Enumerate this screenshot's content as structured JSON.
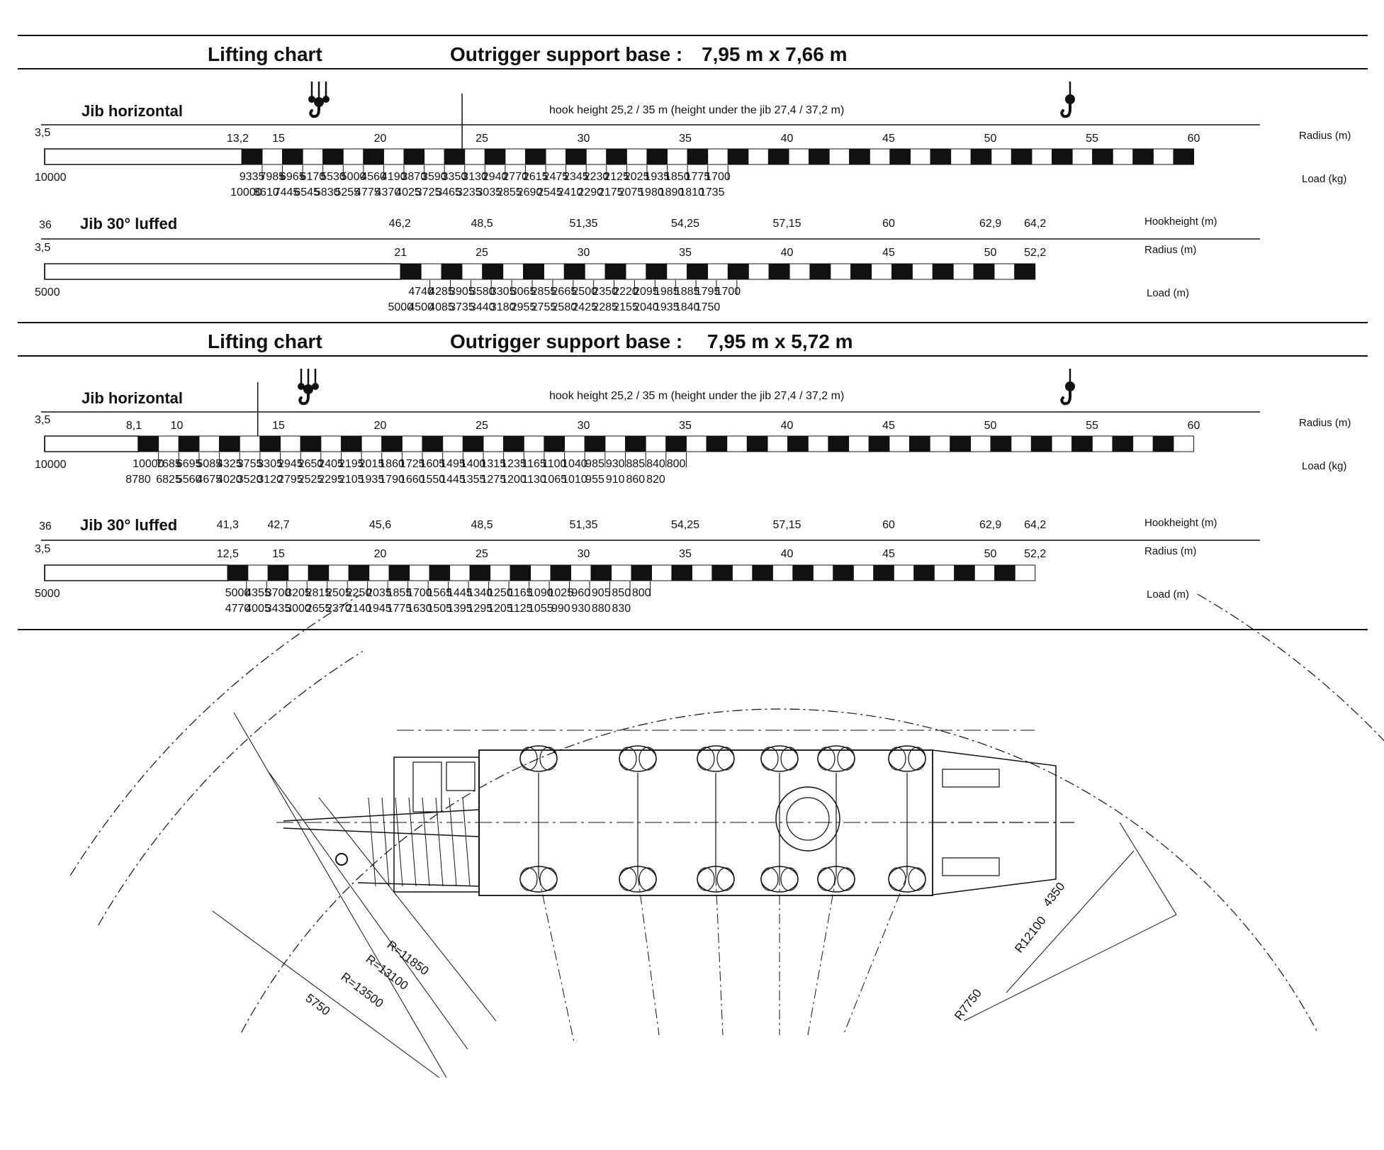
{
  "sections": [
    {
      "title": "Lifting chart",
      "base_label": "Outrigger support base :",
      "base_value": "7,95 m x 7,66 m",
      "horizontal": {
        "label": "Jib horizontal",
        "hook_note": "hook height   25,2 / 35 m  (height under the jib  27,4 / 37,2 m)",
        "start_radius": "3,5",
        "start_load": "10000",
        "radius_ticks": [
          {
            "label": "13,2",
            "r": 13.2
          },
          {
            "label": "15",
            "r": 15
          },
          {
            "label": "20",
            "r": 20
          },
          {
            "label": "25",
            "r": 25
          },
          {
            "label": "30",
            "r": 30
          },
          {
            "label": "35",
            "r": 35
          },
          {
            "label": "40",
            "r": 40
          },
          {
            "label": "45",
            "r": 45
          },
          {
            "label": "50",
            "r": 50
          },
          {
            "label": "55",
            "r": 55
          },
          {
            "label": "60",
            "r": 60
          }
        ],
        "bar_start_r": 13.2,
        "bar_end_r": 60,
        "loads_top": [
          "9335",
          "7985",
          "6965",
          "6170",
          "5530",
          "5000",
          "4560",
          "4190",
          "3870",
          "3590",
          "3350",
          "3130",
          "2940",
          "2770",
          "2615",
          "2475",
          "2345",
          "2230",
          "2125",
          "2025",
          "1935",
          "1850",
          "1775",
          "1700"
        ],
        "loads_bottom": [
          "10000",
          "8610",
          "7445",
          "6545",
          "5830",
          "5255",
          "4775",
          "4370",
          "4025",
          "3725",
          "3465",
          "3235",
          "3035",
          "2855",
          "2690",
          "2545",
          "2410",
          "2290",
          "2175",
          "2075",
          "1980",
          "1890",
          "1810",
          "1735"
        ],
        "radius_unit": "Radius (m)",
        "load_unit": "Load (kg)"
      },
      "luffed": {
        "left_label": "36",
        "label": "Jib 30° luffed",
        "start_radius": "3,5",
        "start_load": "5000",
        "hook_heights": [
          {
            "label": "46,2",
            "r": 21
          },
          {
            "label": "48,5",
            "r": 25
          },
          {
            "label": "51,35",
            "r": 30
          },
          {
            "label": "54,25",
            "r": 35
          },
          {
            "label": "57,15",
            "r": 40
          },
          {
            "label": "60",
            "r": 45
          },
          {
            "label": "62,9",
            "r": 50
          },
          {
            "label": "64,2",
            "r": 52.2
          }
        ],
        "radius_ticks": [
          {
            "label": "21",
            "r": 21
          },
          {
            "label": "25",
            "r": 25
          },
          {
            "label": "30",
            "r": 30
          },
          {
            "label": "35",
            "r": 35
          },
          {
            "label": "40",
            "r": 40
          },
          {
            "label": "45",
            "r": 45
          },
          {
            "label": "50",
            "r": 50
          },
          {
            "label": "52,2",
            "r": 52.2
          }
        ],
        "bar_start_r": 21,
        "bar_end_r": 52.2,
        "loads_top": [
          "4740",
          "4285",
          "3905",
          "3580",
          "3305",
          "3065",
          "2855",
          "2665",
          "2500",
          "2350",
          "2220",
          "2095",
          "1985",
          "1885",
          "1795",
          "1700"
        ],
        "loads_bottom": [
          "5000",
          "4500",
          "4085",
          "3735",
          "3440",
          "3180",
          "2955",
          "2755",
          "2580",
          "2425",
          "2285",
          "2155",
          "2040",
          "1935",
          "1840",
          "1750"
        ],
        "hook_unit": "Hookheight (m)",
        "radius_unit": "Radius (m)",
        "load_unit": "Load (m)"
      }
    },
    {
      "title": "Lifting chart",
      "base_label": "Outrigger support base :",
      "base_value": "7,95 m x 5,72 m",
      "horizontal": {
        "label": "Jib horizontal",
        "hook_note": "hook height   25,2 / 35 m  (height under the jib  27,4 / 37,2 m)",
        "start_radius": "3,5",
        "start_load": "10000",
        "radius_ticks": [
          {
            "label": "8,1",
            "r": 8.1
          },
          {
            "label": "10",
            "r": 10
          },
          {
            "label": "15",
            "r": 15
          },
          {
            "label": "20",
            "r": 20
          },
          {
            "label": "25",
            "r": 25
          },
          {
            "label": "30",
            "r": 30
          },
          {
            "label": "35",
            "r": 35
          },
          {
            "label": "40",
            "r": 40
          },
          {
            "label": "45",
            "r": 45
          },
          {
            "label": "50",
            "r": 50
          },
          {
            "label": "55",
            "r": 55
          },
          {
            "label": "60",
            "r": 60
          }
        ],
        "bar_start_r": 8.1,
        "bar_end_r": 60,
        "loads_top": [
          "10000",
          "7685",
          "6695",
          "5085",
          "4325",
          "3755",
          "3305",
          "2945",
          "2650",
          "2405",
          "2195",
          "2015",
          "1860",
          "1725",
          "1605",
          "1495",
          "1400",
          "1315",
          "1235",
          "1165",
          "1100",
          "1040",
          "985",
          "930",
          "885",
          "840",
          "800"
        ],
        "loads_bottom": [
          "8780",
          "6825",
          "5560",
          "4675",
          "4020",
          "3520",
          "3120",
          "2795",
          "2525",
          "2295",
          "2105",
          "1935",
          "1790",
          "1660",
          "1550",
          "1445",
          "1355",
          "1275",
          "1200",
          "1130",
          "1065",
          "1010",
          "955",
          "910",
          "860",
          "820"
        ],
        "radius_unit": "Radius (m)",
        "load_unit": "Load (kg)"
      },
      "luffed": {
        "left_label": "36",
        "label": "Jib 30° luffed",
        "start_radius": "3,5",
        "start_load": "5000",
        "hook_heights": [
          {
            "label": "41,3",
            "r": 12.5
          },
          {
            "label": "42,7",
            "r": 15
          },
          {
            "label": "45,6",
            "r": 20
          },
          {
            "label": "48,5",
            "r": 25
          },
          {
            "label": "51,35",
            "r": 30
          },
          {
            "label": "54,25",
            "r": 35
          },
          {
            "label": "57,15",
            "r": 40
          },
          {
            "label": "60",
            "r": 45
          },
          {
            "label": "62,9",
            "r": 50
          },
          {
            "label": "64,2",
            "r": 52.2
          }
        ],
        "radius_ticks": [
          {
            "label": "12,5",
            "r": 12.5
          },
          {
            "label": "15",
            "r": 15
          },
          {
            "label": "20",
            "r": 20
          },
          {
            "label": "25",
            "r": 25
          },
          {
            "label": "30",
            "r": 30
          },
          {
            "label": "35",
            "r": 35
          },
          {
            "label": "40",
            "r": 40
          },
          {
            "label": "45",
            "r": 45
          },
          {
            "label": "50",
            "r": 50
          },
          {
            "label": "52,2",
            "r": 52.2
          }
        ],
        "bar_start_r": 12.5,
        "bar_end_r": 52.2,
        "loads_top": [
          "5000",
          "4355",
          "3700",
          "3205",
          "2815",
          "2505",
          "2250",
          "2035",
          "1855",
          "1700",
          "1565",
          "1445",
          "1340",
          "1250",
          "1165",
          "1090",
          "1025",
          "960",
          "905",
          "850",
          "800"
        ],
        "loads_bottom": [
          "4770",
          "4005",
          "3435",
          "3000",
          "2655",
          "2370",
          "2140",
          "1945",
          "1775",
          "1630",
          "1505",
          "1395",
          "1295",
          "1205",
          "1125",
          "1055",
          "990",
          "930",
          "880",
          "830"
        ],
        "hook_unit": "Hookheight (m)",
        "radius_unit": "Radius (m)",
        "load_unit": "Load (m)"
      }
    }
  ],
  "drawing": {
    "dimensions": [
      "R=11850",
      "R=13100",
      "R=13500",
      "5750",
      "4350",
      "R12100",
      "R7750"
    ]
  }
}
